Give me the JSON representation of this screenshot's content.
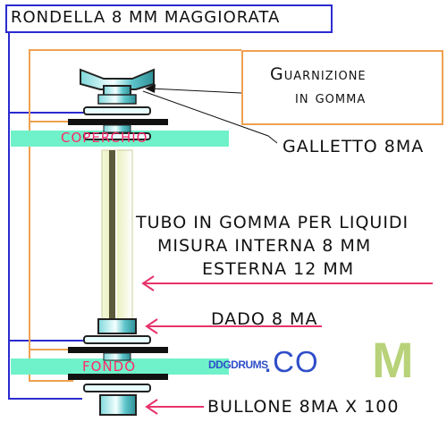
{
  "labels": {
    "rondella": "RONDELLA 8 MM  MAGGIORATA",
    "guarnizione_line1": "Guarnizione",
    "guarnizione_line2": "in gomma",
    "coperchio": "COPERCHIO",
    "galletto": "GALLETTO 8MA",
    "tubo_line1": "TUBO IN GOMMA PER LIQUIDI",
    "tubo_line2": "MISURA INTERNA 8 MM",
    "tubo_line3": "ESTERNA 12 MM",
    "dado": "DADO 8 MA",
    "fondo": "FONDO",
    "bullone": "BULLONE 8MA X 100"
  },
  "logo": {
    "small": "DDGDRUMS",
    "mid": ".CO",
    "big": "M"
  },
  "colors": {
    "blue_lines": "#2b2bd0",
    "orange_lines": "#f0a050",
    "pink_arrows": "#e8336b",
    "teal_band": "#6ff2c9",
    "band_text": "#ff2a6a",
    "hardware": "#4ec3c8"
  }
}
